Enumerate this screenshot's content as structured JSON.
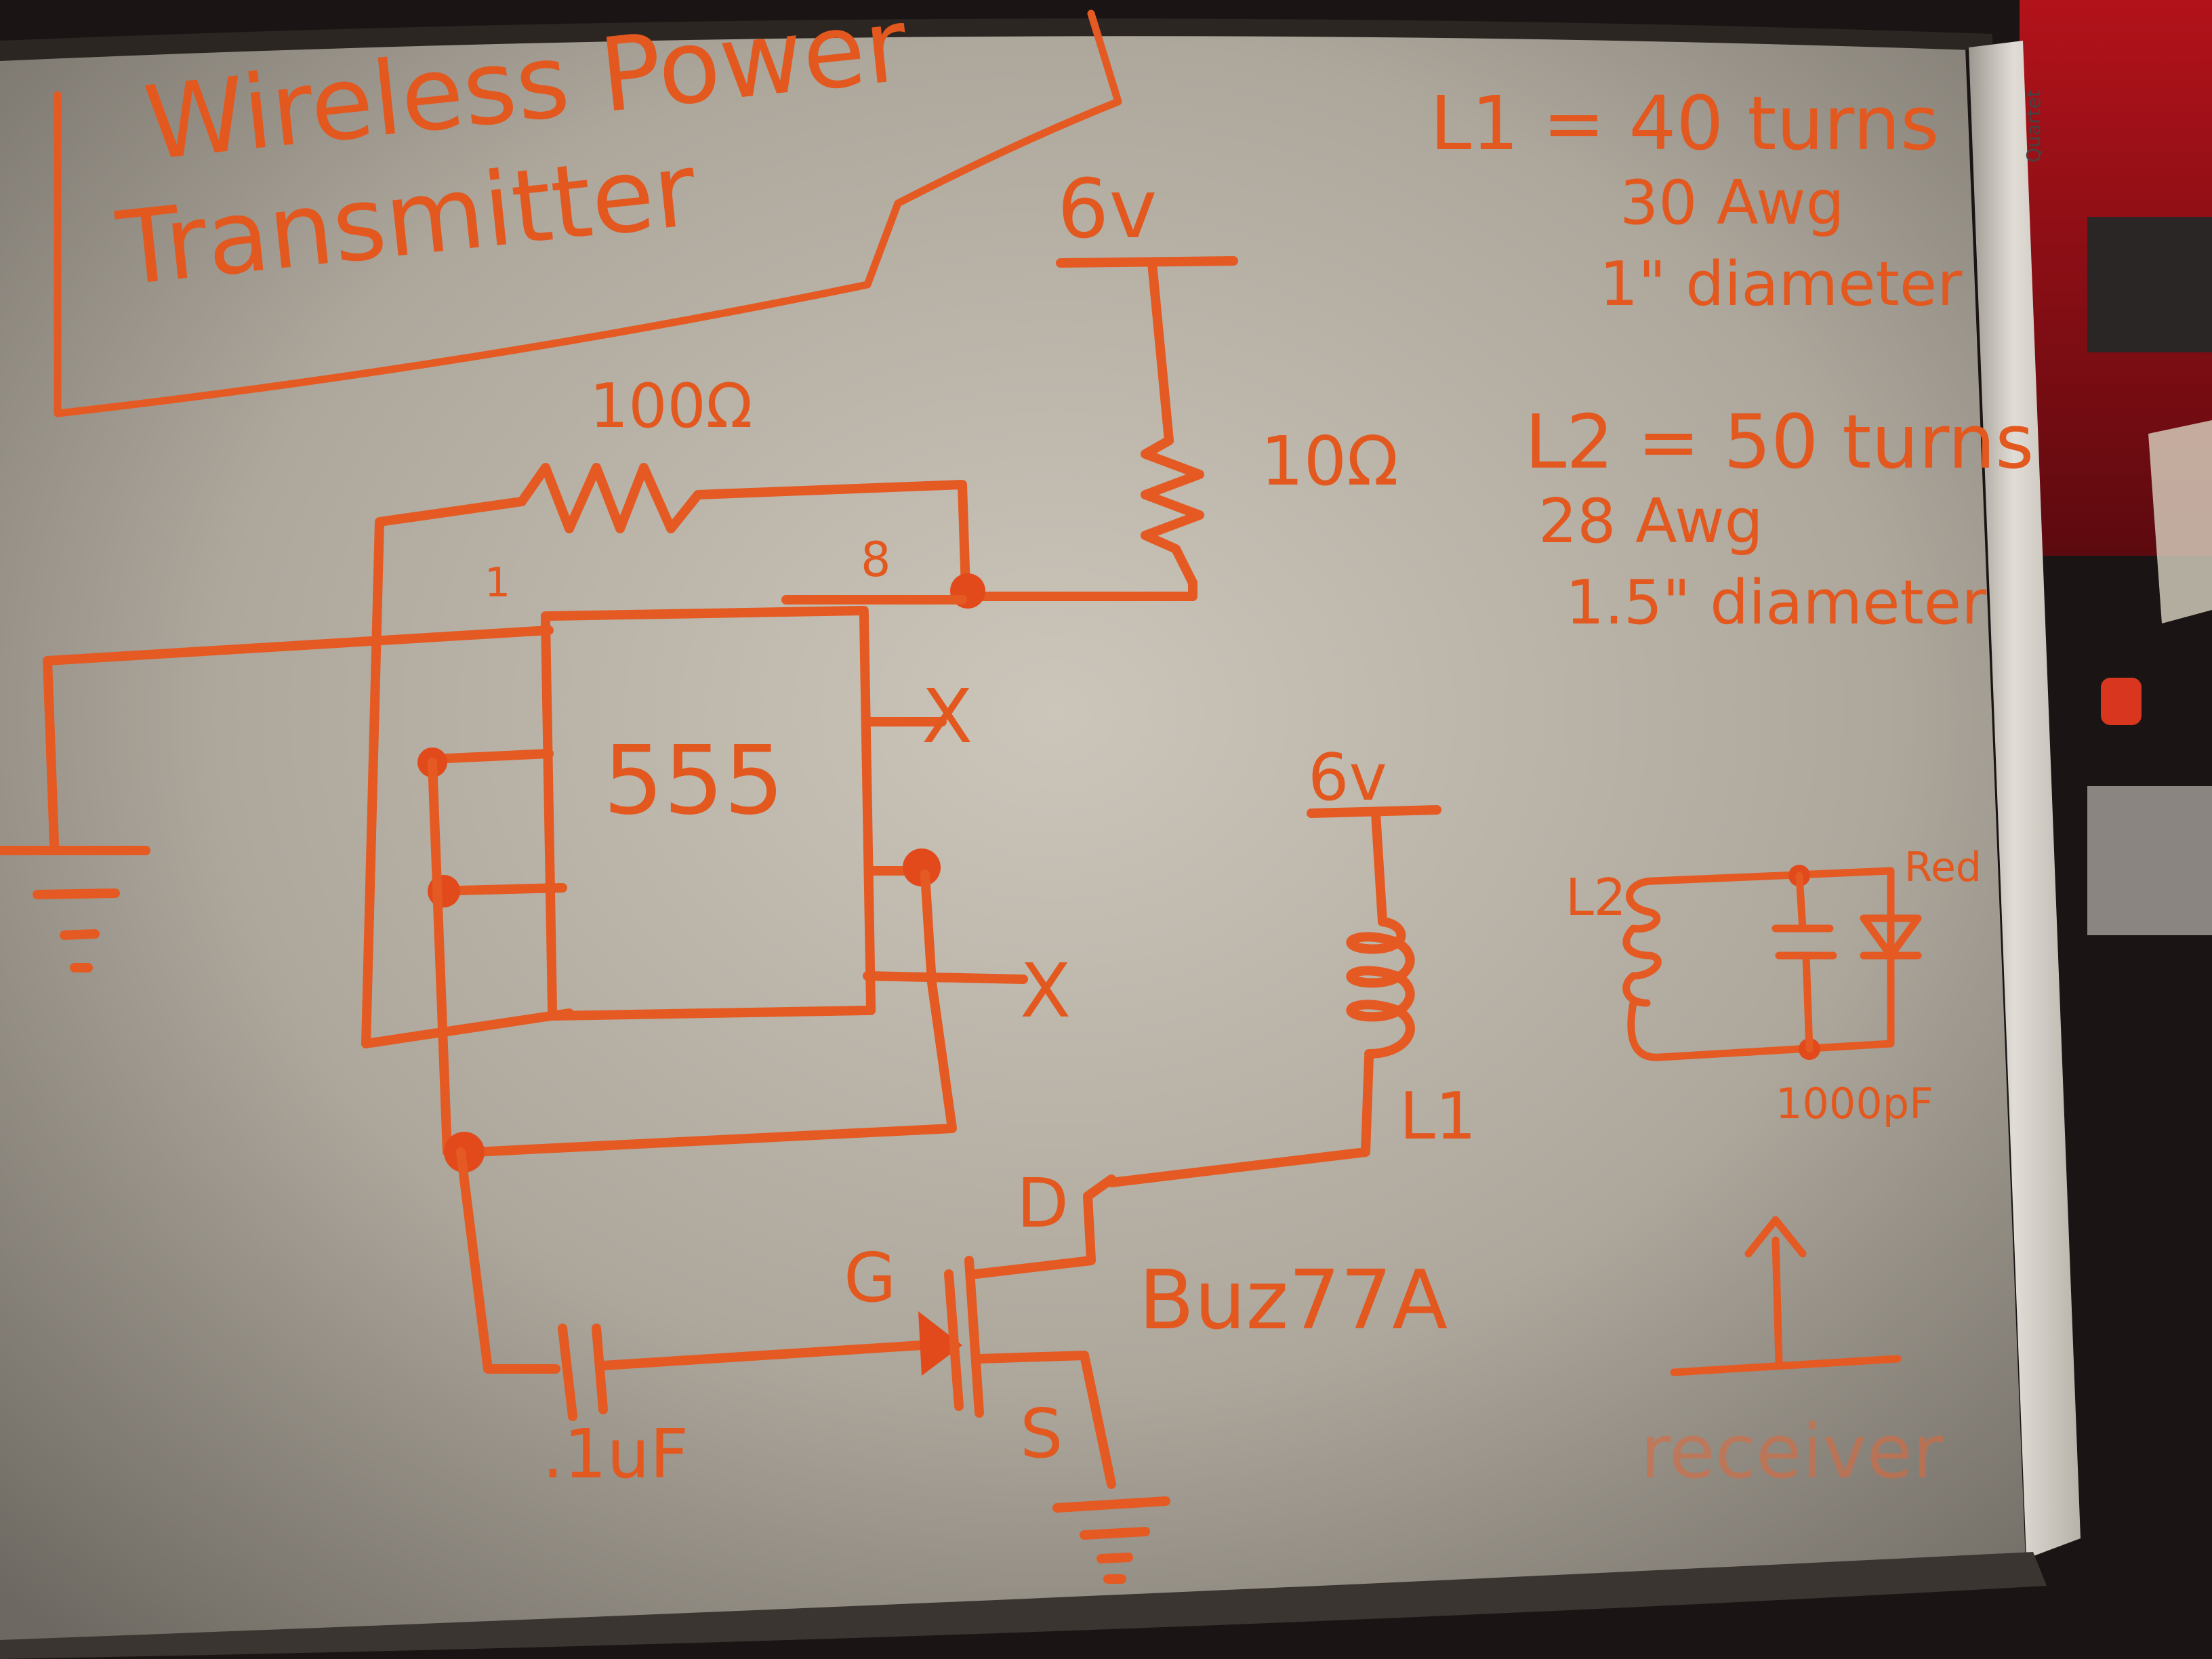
{
  "title": {
    "line1": "Wireless Power",
    "line2": "Transmitter"
  },
  "supply": {
    "main_voltage": "6v",
    "coil_voltage": "6v"
  },
  "resistors": {
    "feedback": "100Ω",
    "supply": "10Ω"
  },
  "ic": {
    "label": "555",
    "pin_1": "1",
    "pin_8": "8",
    "nc_mark_upper": "X",
    "nc_mark_lower": "X"
  },
  "mosfet": {
    "part": "Buz77A",
    "gate": "G",
    "drain": "D",
    "source": "S"
  },
  "capacitor": {
    "coupling": ".1uF"
  },
  "coil_l1": {
    "label": "L1",
    "spec_title": "L1 = 40 turns",
    "spec_awg": "30 Awg",
    "spec_diameter": "1\" diameter"
  },
  "coil_l2": {
    "label": "L2",
    "spec_title": "L2 = 50 turns",
    "spec_awg": "28 Awg",
    "spec_diameter": "1.5\" diameter"
  },
  "receiver": {
    "led_label": "Red",
    "cap_value": "1000pF",
    "caption": "receiver"
  },
  "colors": {
    "marker_ink": "#e3581f",
    "board_surface": "#a9a399",
    "frame": "#cfcac2",
    "background": "#1a1414"
  }
}
